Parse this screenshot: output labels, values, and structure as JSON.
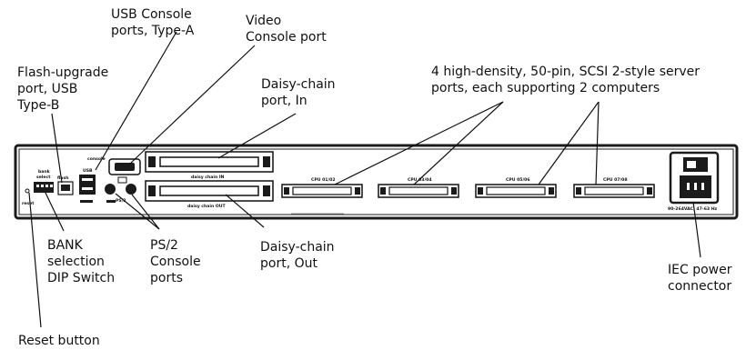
{
  "callouts": {
    "usb_console": "USB Console\nports, Type-A",
    "video_console": "Video\nConsole port",
    "flash_upgrade": "Flash-upgrade\nport, USB\nType-B",
    "daisy_in": "Daisy-chain\nport, In",
    "server_ports": "4 high-density, 50-pin, SCSI 2-style server\nports, each supporting 2 computers",
    "bank": "BANK\nselection\nDIP Switch",
    "ps2": "PS/2\nConsole\nports",
    "daisy_out": "Daisy-chain\nport, Out",
    "iec": "IEC power\nconnector",
    "reset": "Reset button"
  },
  "panel_labels": {
    "bank_select": "bank\nselect",
    "flash": "flash",
    "console": "console",
    "usb": "USB",
    "ps2": "PS/2",
    "reset": "reset",
    "daisy_in": "daisy chain IN",
    "daisy_out": "daisy chain OUT",
    "cpu1": "CPU 01/02",
    "cpu2": "CPU 03/04",
    "cpu3": "CPU 05/06",
    "cpu4": "CPU 07/08",
    "power": "90-264VAC, 47-63 Hz"
  },
  "colors": {
    "panel": "#1b1b1b",
    "ink": "#111111"
  }
}
